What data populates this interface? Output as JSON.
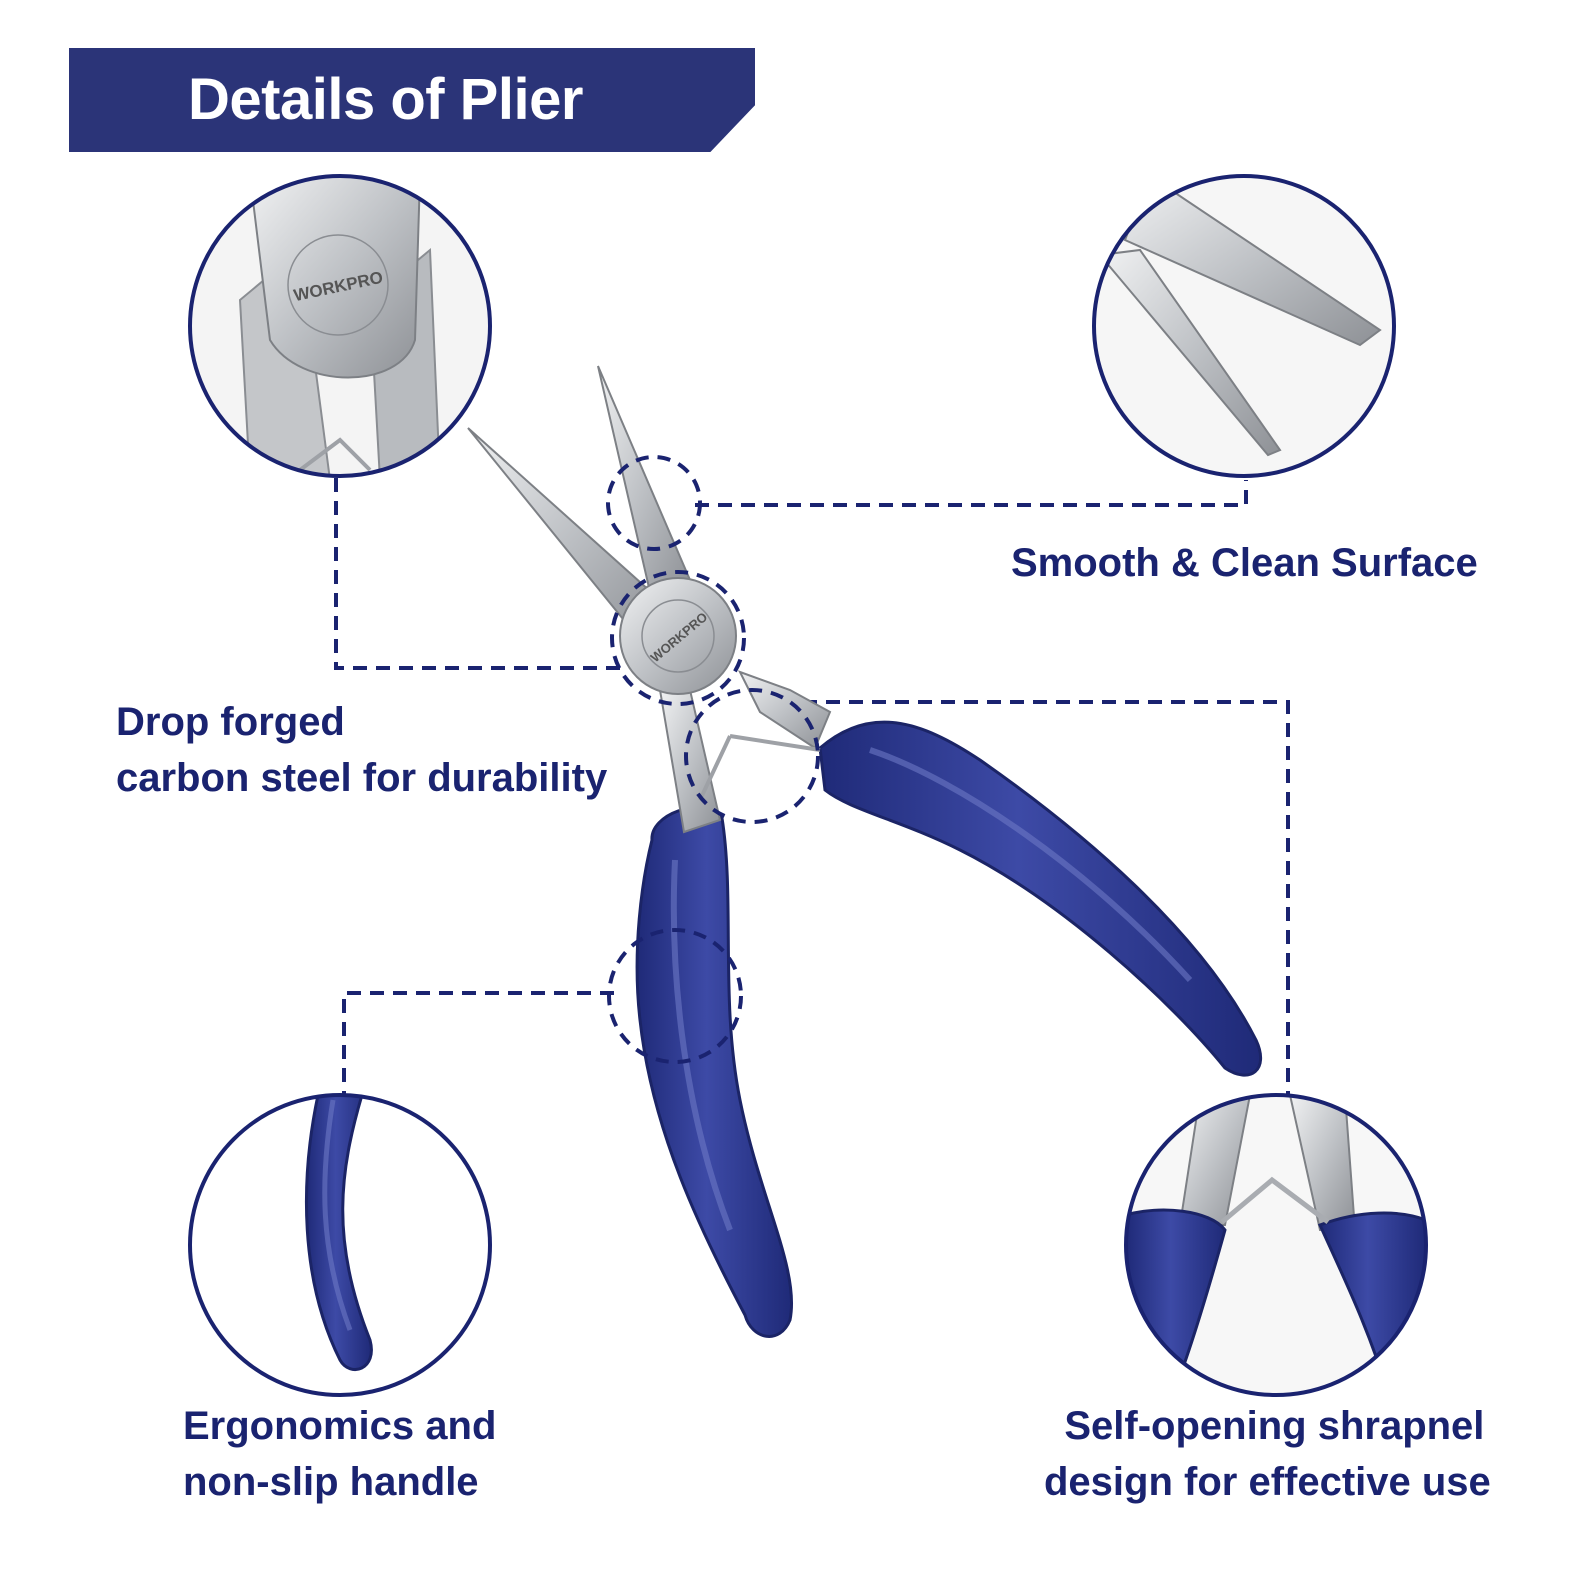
{
  "title": "Details of Plier",
  "brand": "WORKPRO",
  "labels": {
    "smooth": "Smooth & Clean Surface",
    "drop_forged_line1": "Drop forged",
    "drop_forged_line2": "carbon steel for durability",
    "ergonomics_line1": "Ergonomics and",
    "ergonomics_line2": "non-slip handle",
    "self_opening_line1": "Self-opening shrapnel",
    "self_opening_line2": "design for effective use"
  },
  "colors": {
    "navy": "#2b3478",
    "text": "#1a2370",
    "handle": "#2e3a8f",
    "steel": "#c9cbce"
  }
}
